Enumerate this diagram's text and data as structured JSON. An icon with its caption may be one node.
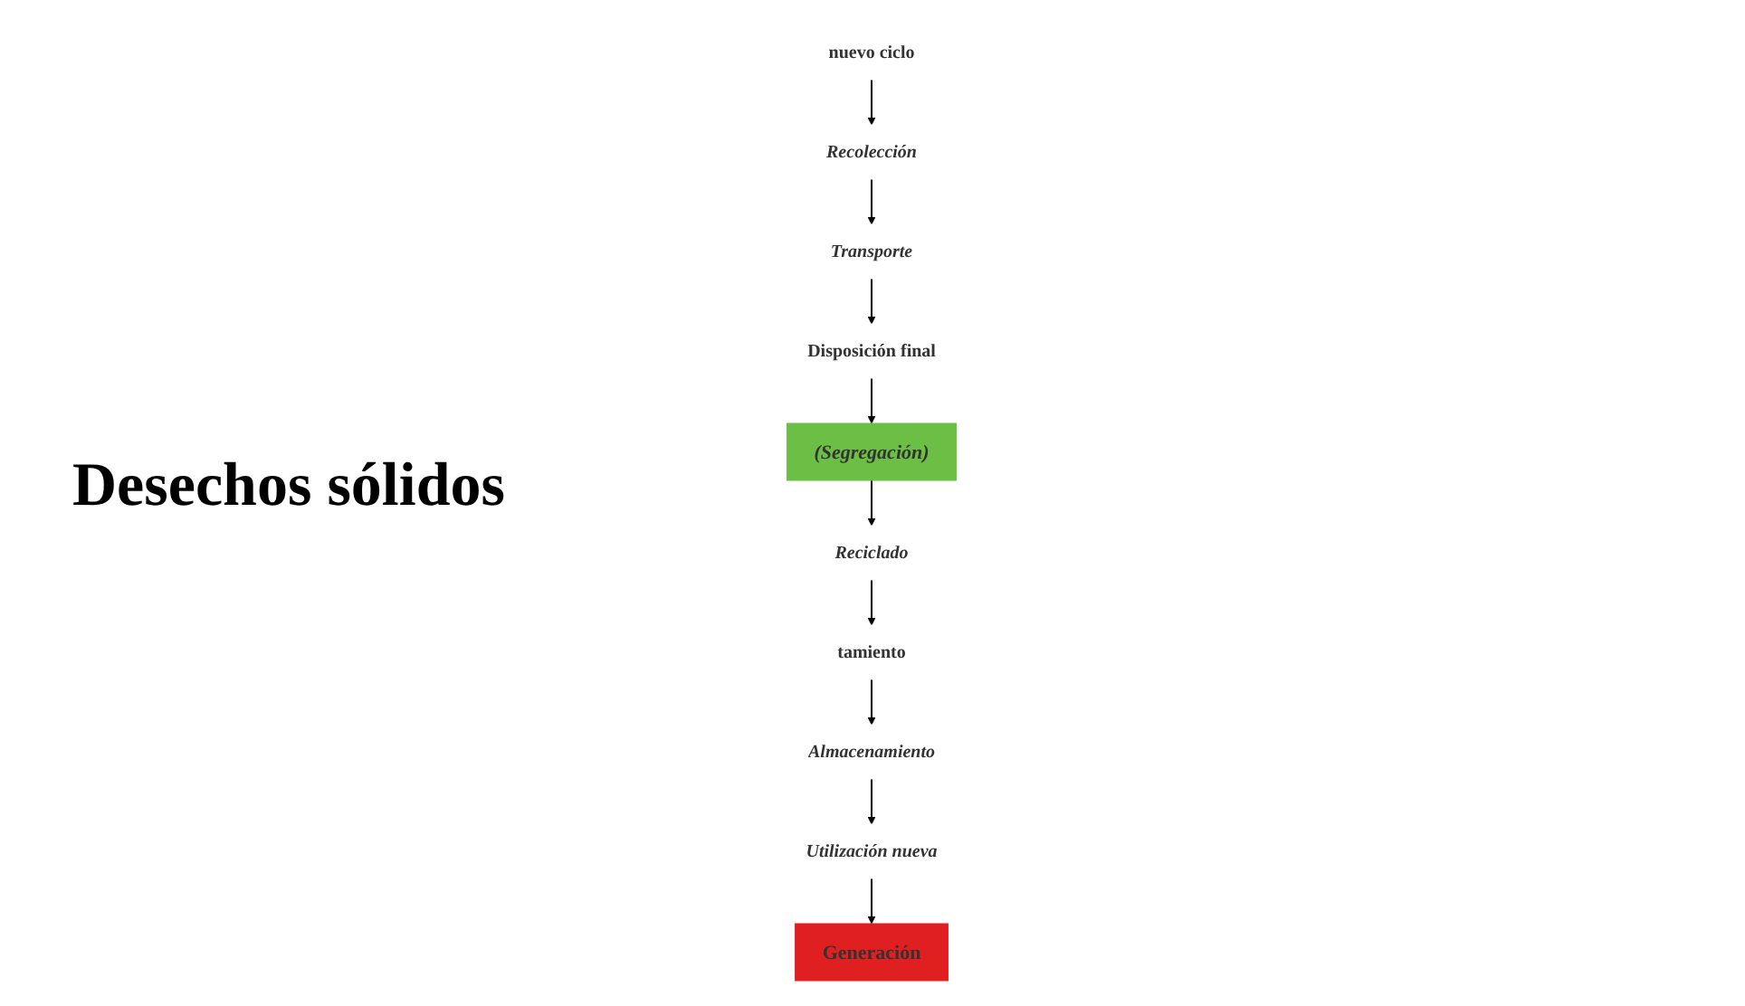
{
  "diagram": {
    "nodes": [
      {
        "text": [
          "Reciclado"
        ]
      },
      {
        "text": [
          "(Segregación)"
        ]
      },
      {
        "text": [
          "tamiento"
        ]
      },
      {
        "text": [
          "Disposición final"
        ]
      },
      {
        "text": [
          "Almacenamiento"
        ]
      },
      {
        "text": [
          "Utilización nueva"
        ]
      },
      {
        "text": [
          "Transporte"
        ]
      },
      {
        "text": [
          "Recolección"
        ]
      },
      {
        "text": [
          "nuevo ciclo"
        ]
      },
      {
        "text": [
          "Generación"
        ]
      }
    ],
    "edges": [
      {
        "from": 8,
        "to": 7,
        "arrow": "to"
      },
      {
        "from": 7,
        "to": 6,
        "arrow": "to"
      },
      {
        "from": 6,
        "to": 3,
        "arrow": "to"
      },
      {
        "from": 3,
        "to": 1,
        "arrow": "to"
      },
      {
        "from": 1,
        "to": 0,
        "arrow": "to"
      },
      {
        "from": 0,
        "to": 2,
        "arrow": "to"
      },
      {
        "from": 2,
        "to": 4,
        "arrow": "to"
      },
      {
        "from": 4,
        "to": 5,
        "arrow": "to"
      },
      {
        "from": 5,
        "to": 9,
        "arrow": "to"
      }
    ],
    "labels": [
      "Desechos sólidos"
    ]
  }
}
